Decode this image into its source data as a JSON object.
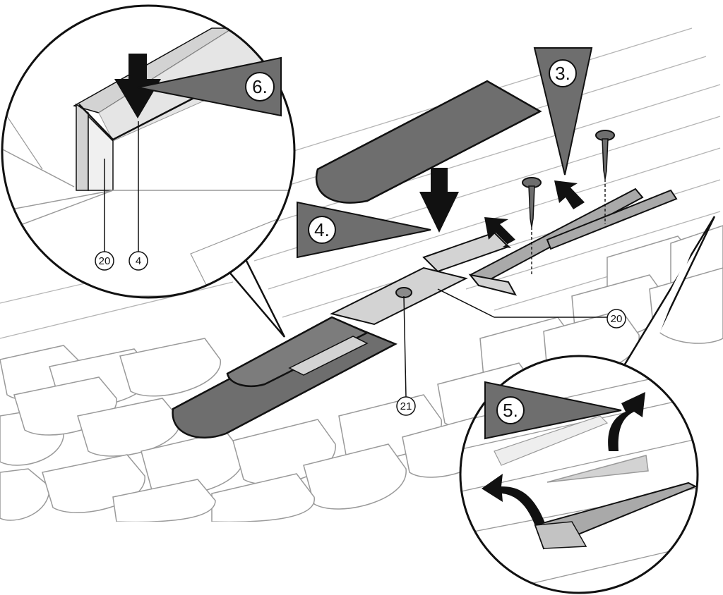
{
  "colors": {
    "background": "#ffffff",
    "line": "#111111",
    "tile_outline": "#9a9a9a",
    "dark_grey": "#6e6e6e",
    "mid_grey": "#a9a9a9",
    "light_grey": "#d3d3d3"
  },
  "steps": [
    {
      "id": "step-3",
      "label": "3."
    },
    {
      "id": "step-4",
      "label": "4."
    },
    {
      "id": "step-5",
      "label": "5."
    },
    {
      "id": "step-6",
      "label": "6."
    }
  ],
  "references": {
    "ref_20_detail": "20",
    "ref_4_detail": "4",
    "ref_20_main": "20",
    "ref_21_main": "21"
  },
  "icons": [
    "arrow-down-icon",
    "arrow-up-right-icon",
    "curved-arrow-icon",
    "nail-icon"
  ]
}
